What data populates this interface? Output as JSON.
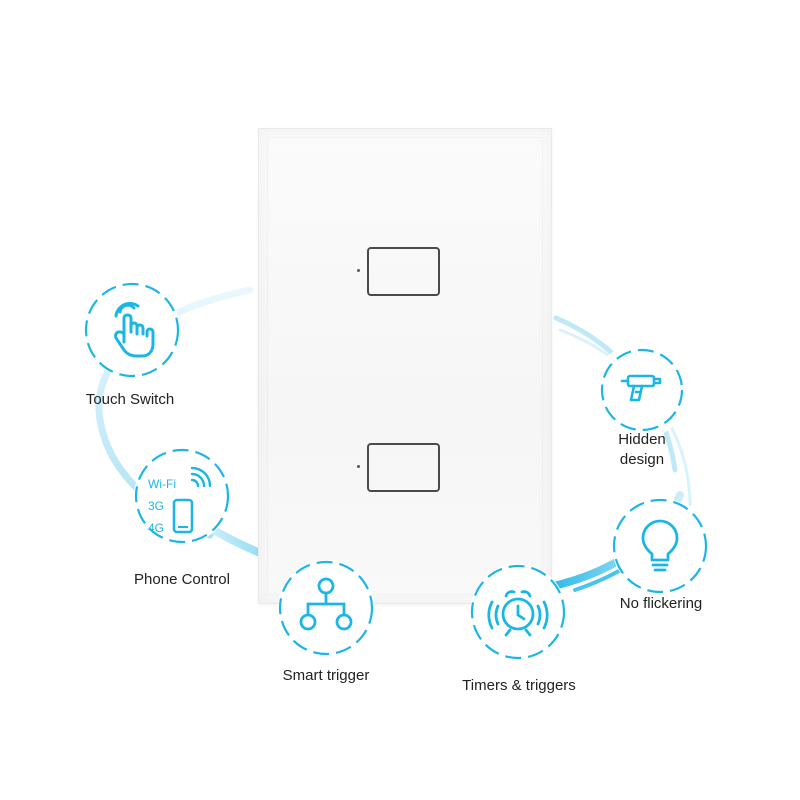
{
  "product": {
    "keys": [
      "key-1",
      "key-2"
    ]
  },
  "colors": {
    "accent": "#1cb6e6",
    "accent_light": "#bfe9f7",
    "key_outline": "#4a4a4a",
    "panel": "#f7f7f7",
    "text": "#222222"
  },
  "features": {
    "touch_switch": {
      "label": "Touch Switch",
      "icon": "hand-pointer-icon"
    },
    "phone_control": {
      "label": "Phone Control",
      "icon": "smartphone-wifi-icon",
      "wifi_label": "Wi-Fi",
      "net_3g": "3G",
      "net_4g": "4G"
    },
    "smart_trigger": {
      "label": "Smart trigger",
      "icon": "network-tree-icon"
    },
    "timers": {
      "label": "Timers & triggers",
      "icon": "alarm-clock-icon"
    },
    "no_flickering": {
      "label": "No flickering",
      "icon": "light-bulb-icon"
    },
    "hidden_design": {
      "label_line1": "Hidden",
      "label_line2": "design",
      "icon": "drill-icon"
    }
  }
}
